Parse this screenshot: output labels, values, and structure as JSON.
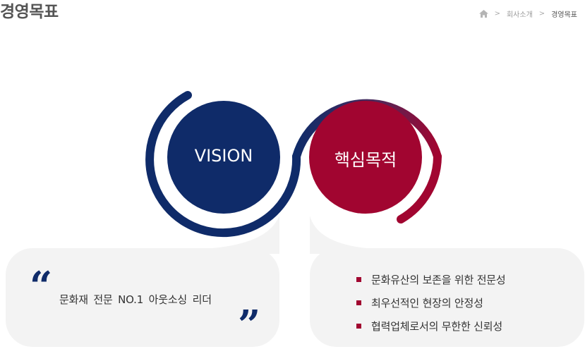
{
  "page": {
    "title": "경영목표"
  },
  "breadcrumb": {
    "separator": ">",
    "items": [
      "회사소개",
      "경영목표"
    ]
  },
  "circles": {
    "vision_label": "VISION",
    "purpose_label": "핵심목적"
  },
  "vision": {
    "statement": "문화재 전문 NO.1 아웃소싱 리더"
  },
  "purpose": {
    "items": [
      "문화유산의 보존을 위한 전문성",
      "최우선적인 현장의 안정성",
      "협력업체로서의 무한한 신뢰성"
    ]
  },
  "colors": {
    "navy": "#0f2b69",
    "crimson": "#a10530",
    "card_bg": "#f3f3f3"
  }
}
